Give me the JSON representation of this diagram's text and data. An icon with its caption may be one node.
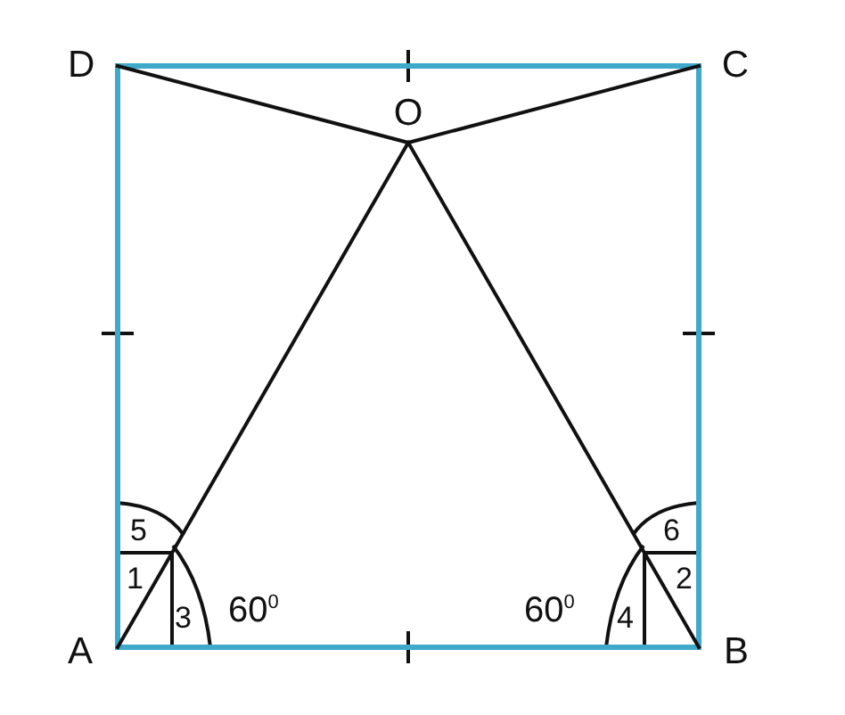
{
  "diagram": {
    "nodes": [
      {
        "text": [
          "D"
        ]
      },
      {
        "text": [
          "C"
        ]
      },
      {
        "text": [
          "O"
        ]
      },
      {
        "text": [
          "A"
        ]
      },
      {
        "text": [
          "B"
        ]
      }
    ],
    "edges": [
      {
        "from": 3,
        "to": 4,
        "arrow": "none",
        "color": "#3fa9c9"
      },
      {
        "from": 4,
        "to": 1,
        "arrow": "none",
        "color": "#3fa9c9"
      },
      {
        "from": 1,
        "to": 0,
        "arrow": "none",
        "color": "#3fa9c9"
      },
      {
        "from": 0,
        "to": 3,
        "arrow": "none",
        "color": "#3fa9c9"
      },
      {
        "from": 2,
        "to": 3,
        "arrow": "none",
        "color": "#111111"
      },
      {
        "from": 2,
        "to": 4,
        "arrow": "none",
        "color": "#111111"
      },
      {
        "from": 2,
        "to": 1,
        "arrow": "none",
        "color": "#111111"
      },
      {
        "from": 2,
        "to": 0,
        "arrow": "none",
        "color": "#111111"
      }
    ],
    "labels": [
      "5",
      "6",
      "1",
      "2",
      "3",
      "60$^{0}$",
      "60$^{0}$",
      "4"
    ]
  }
}
